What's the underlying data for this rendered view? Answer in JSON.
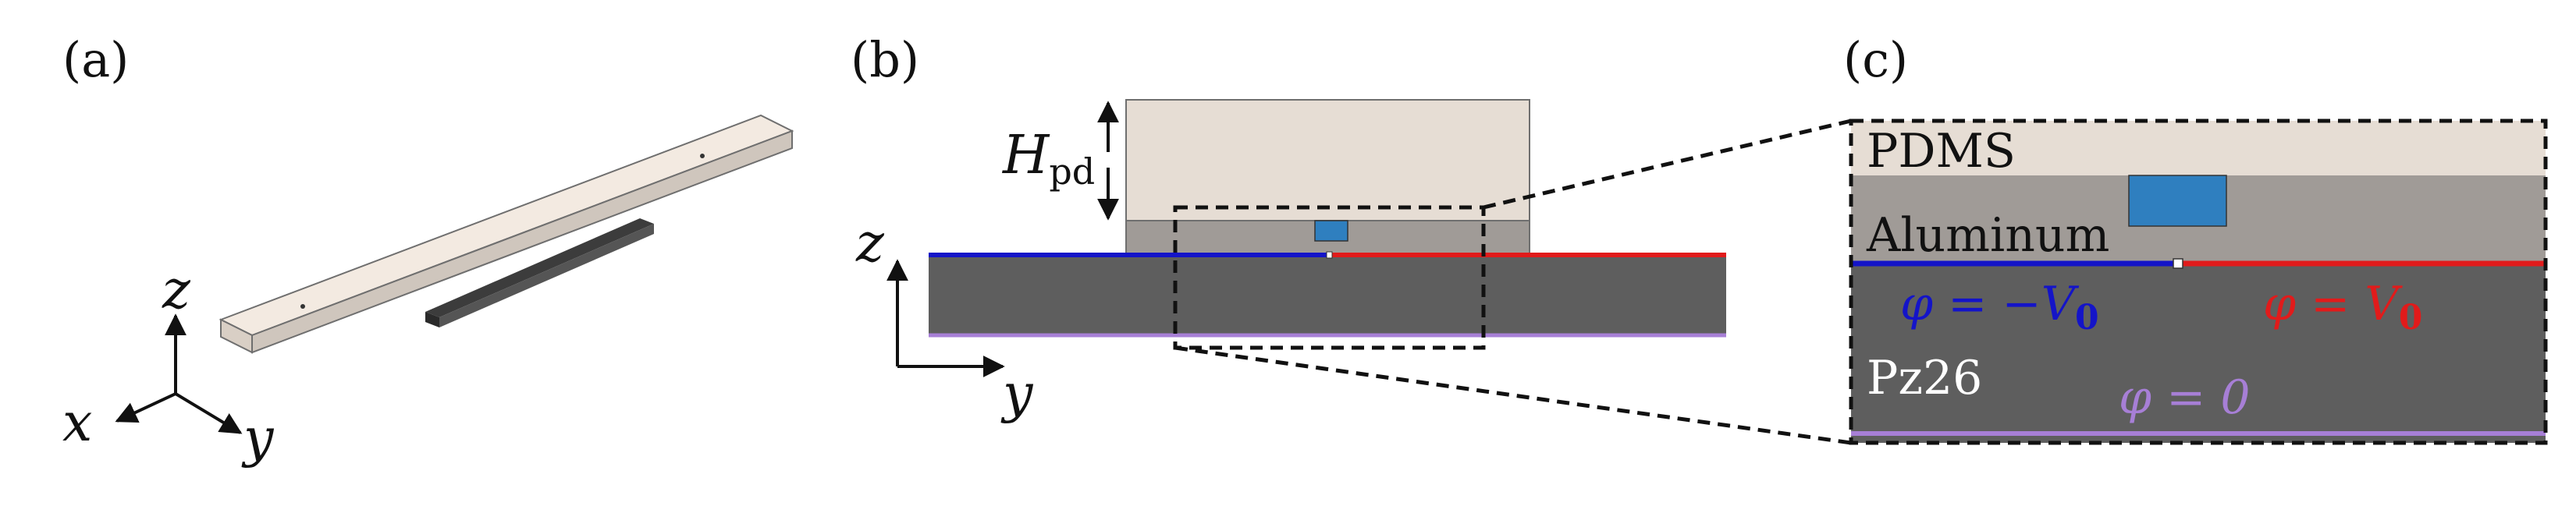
{
  "figure": {
    "panel_a": {
      "label": "(a)",
      "axes": {
        "x": "x",
        "y": "y",
        "z": "z"
      }
    },
    "panel_b": {
      "label": "(b)",
      "height_symbol": "H",
      "height_subscript": "pd",
      "axes": {
        "y": "y",
        "z": "z"
      }
    },
    "panel_c": {
      "label": "(c)",
      "materials": {
        "top": "PDMS",
        "middle": "Aluminum",
        "bottom": "Pz26"
      },
      "potentials": {
        "left": "φ = −V",
        "left_sub": "0",
        "right": "φ = V",
        "right_sub": "0",
        "bottom": "φ = 0"
      }
    },
    "colors": {
      "pdms": "#e6ddd4",
      "aluminum": "#a09b97",
      "pz26": "#5e5e5e",
      "channel": "#2f7fbf",
      "electrode_left": "#1414c8",
      "electrode_right": "#e11b1b",
      "ground": "#a77fd6",
      "dashed_box": "#111111"
    }
  }
}
